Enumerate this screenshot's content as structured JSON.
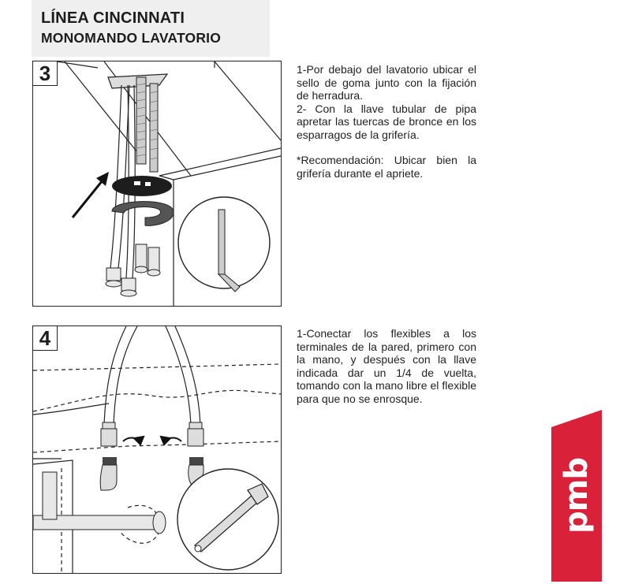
{
  "header": {
    "title": "LÍNEA CINCINNATI",
    "subtitle": "MONOMANDO LAVATORIO"
  },
  "steps": [
    {
      "number": "3",
      "paragraphs": [
        "1-Por debajo del lavatorio ubicar el sello de goma junto con la fijación de herradura.",
        "2- Con la llave tubular de pipa apretar las tuercas de bronce en los esparragos de la grifería.",
        "*Recomendación: Ubicar bien la grifería durante el apriete."
      ]
    },
    {
      "number": "4",
      "paragraphs": [
        "1-Conectar los flexibles a los terminales de la pared, primero con la mano, y después con la llave indicada dar un 1/4 de vuelta, tomando con la mano libre el flexible para que no se enrosque."
      ]
    }
  ],
  "brand": {
    "logo_text": "pmb",
    "color": "#d9223a"
  },
  "icons": {
    "step3": [
      "flexible-hose-icon",
      "rubber-seal-icon",
      "horseshoe-bracket-icon",
      "arrow-icon",
      "pipe-wrench-icon"
    ],
    "step4": [
      "flexible-hose-icon",
      "rotate-arrow-icon",
      "wall-elbow-icon",
      "adjustable-wrench-icon"
    ]
  }
}
